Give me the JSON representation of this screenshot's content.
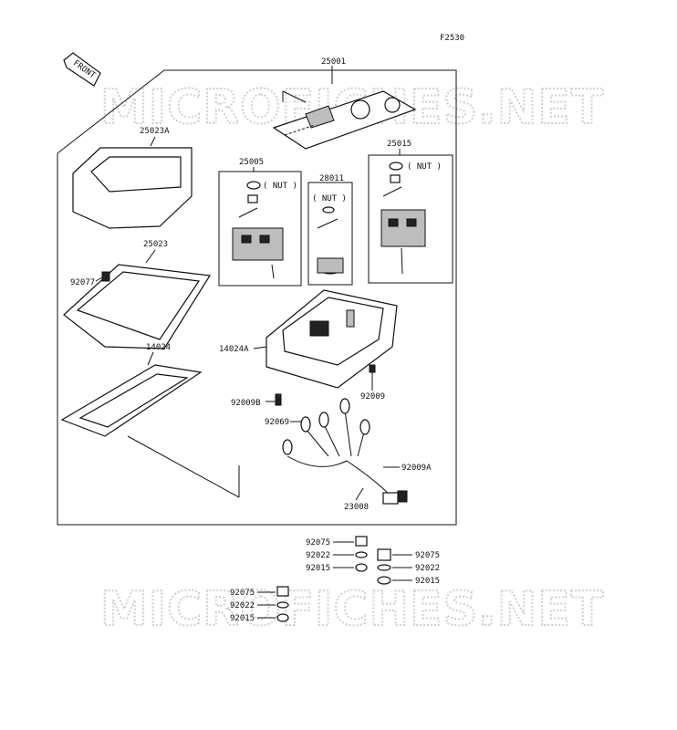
{
  "figure_code": "F2530",
  "front_label": "FRONT",
  "watermark": "MICROFICHES.NET",
  "parts": {
    "p25001": "25001",
    "p25023A": "25023A",
    "p25023": "25023",
    "p92077": "92077",
    "p14024": "14024",
    "p25005": "25005",
    "p28011": "28011",
    "p25015": "25015",
    "p14024A": "14024A",
    "p92009": "92009",
    "p92009B": "92009B",
    "p92069": "92069",
    "p92009A": "92009A",
    "p23008": "23008",
    "p92075a": "92075",
    "p92022a": "92022",
    "p92015a": "92015",
    "p92075b": "92075",
    "p92022b": "92022",
    "p92015b": "92015",
    "p92075c": "92075",
    "p92022c": "92022",
    "p92015c": "92015"
  },
  "nut_labels": {
    "n25005": "( NUT )",
    "n28011": "( NUT )",
    "n25015": "( NUT )"
  }
}
